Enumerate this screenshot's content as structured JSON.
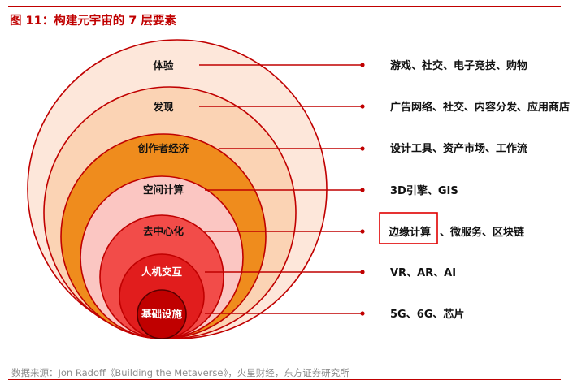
{
  "figure": {
    "title": "图 11：构建元宇宙的 7 层要素",
    "source": "数据来源：Jon Radoff《Building the Metaverse》，火星财经，东方证券研究所"
  },
  "layers": [
    {
      "name": "体验",
      "description": "游戏、社交、电子竞技、购物"
    },
    {
      "name": "发现",
      "description": "广告网络、社交、内容分发、应用商店"
    },
    {
      "name": "创作者经济",
      "description": "设计工具、资产市场、工作流"
    },
    {
      "name": "空间计算",
      "description": "3D引擎、GIS"
    },
    {
      "name": "去中心化",
      "description_highlight": "边缘计算",
      "description_rest": "、微服务、区块链"
    },
    {
      "name": "人机交互",
      "description": "VR、AR、AI"
    },
    {
      "name": "基础设施",
      "description": "5G、6G、芯片"
    }
  ],
  "colors": {
    "ring1": "#fde7da",
    "ring2": "#fbd3b4",
    "ring3": "#ef8c1d",
    "ring4": "#fbc6c2",
    "ring5": "#f24c49",
    "ring6": "#e11d1d",
    "ring7": "#c00000",
    "outline": "#c00000",
    "accent": "#c00000"
  }
}
